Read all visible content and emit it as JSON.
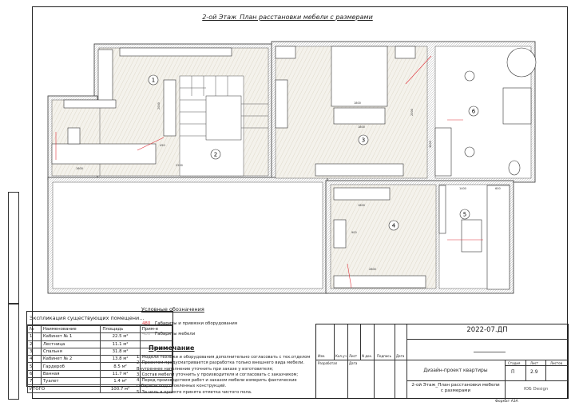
{
  "title": "2-ой Этаж_План расстановки мебели с размерами",
  "plan": {
    "rooms": [
      "1",
      "2",
      "3",
      "4",
      "5",
      "6"
    ],
    "dimensions": [
      "2000",
      "1800",
      "2000",
      "1800",
      "2800",
      "1800",
      "1600",
      "900",
      "450",
      "1400",
      "600",
      "3600",
      "2200"
    ]
  },
  "rooms_table": {
    "caption": "Экспликация существующих помещени...",
    "headers": [
      "№",
      "Наименование",
      "Площадь",
      "Прим-е"
    ],
    "rows": [
      [
        "1",
        "Кабинет № 1",
        "22.5 м²",
        ""
      ],
      [
        "2",
        "Лестница",
        "11.1 м²",
        ""
      ],
      [
        "3",
        "Спальня",
        "31.8 м²",
        ""
      ],
      [
        "4",
        "Кабинет № 2",
        "13.8 м²",
        ""
      ],
      [
        "5",
        "Гардероб",
        "8.5 м²",
        ""
      ],
      [
        "6",
        "Ванная",
        "11.7 м²",
        ""
      ],
      [
        "7",
        "Туалет",
        "1.4 м²",
        ""
      ]
    ],
    "total_label": "ИТОГО",
    "total_value": "100.7 м²"
  },
  "legend": {
    "title": "Условные обозначения",
    "items": [
      {
        "sample": "480",
        "label": "Габариты и привязки оборудования",
        "color": "#e0323a"
      },
      {
        "sample": "480",
        "label": "Габариты мебели",
        "color": "#9a9a9a"
      }
    ]
  },
  "notes": {
    "title": "Примечание",
    "lines": [
      "1. Модели техники и оборудования дополнительно согласовать с тех.отделом",
      "2. Проектом предусматривается разработка только внешнего вида мебели.",
      "Внутреннее наполнение уточнить при заказе у изготовителя;",
      "3. Состав мебели уточнить у производителя и согласовать с заказчиком;",
      "4. Перед производством работ и заказом мебели измерить фактические",
      "габариты подготовленных конструкций.",
      "5. За ноль в проекте принята отметка чистого пола."
    ]
  },
  "title_block": {
    "code": "2022-07.ДП",
    "columns": [
      "Изм.",
      "Кол.уч",
      "Лист",
      "N док.",
      "Подпись",
      "Дата"
    ],
    "developed_label": "Разработал",
    "developed_date": "Дата",
    "project": "Дизайн-проект квартиры",
    "sheet_title": "2-ой Этаж_План расстановки мебели с размерами",
    "stage_label": "Стадия",
    "stage": "П",
    "sheet_label": "Лист",
    "sheet": "2.9",
    "sheets_label": "Листов",
    "sheets": "",
    "company": "ЮБ Design",
    "format": "Формат А3А"
  }
}
